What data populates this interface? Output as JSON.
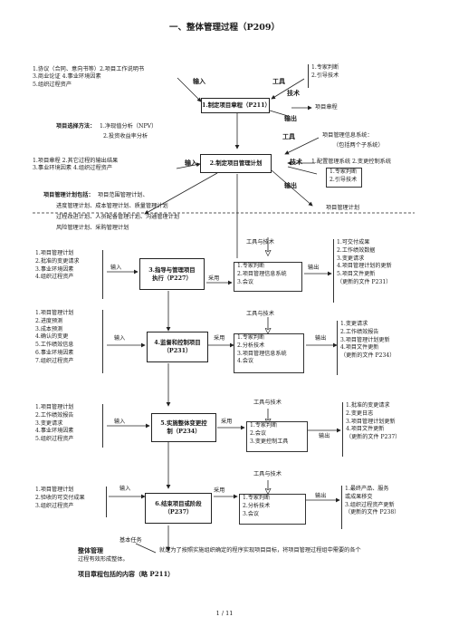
{
  "page": {
    "title": "一、整体管理过程（P209）",
    "footer": "1  /  11"
  },
  "labels": {
    "input": "输入",
    "tools": "工具",
    "tech": "技术",
    "output": "输出",
    "tools_tech": "工具与技术",
    "adopt": "采用"
  },
  "section1": {
    "inputs": [
      "1.协议（合同、意向书等）2.项目工作说明书",
      "3.商业论证           4.事业环境因素",
      "5.组织过程资产"
    ],
    "process": "1.制定项目章程（P211）",
    "tools": [
      "1.专家判断",
      "2.引导技术"
    ],
    "output": "项目章程",
    "selection_label": "项目选择方法：",
    "selection_items": [
      "1.净现值分析（NPV）",
      "2.投资收益率分析"
    ]
  },
  "section2": {
    "inputs": [
      "1.项目章程    2.其它过程的输出结果",
      "3.事业环境因素     4.组织过程资产"
    ],
    "process": "2.制定项目管理计划",
    "tools_top": [
      "项目管理信息系统：",
      "（包括两个子系统）"
    ],
    "tools_sub": "1.配置管理系统  2.变更控制系统",
    "tech_items": [
      "1.专家判断",
      "2.引导技术"
    ],
    "output": "项目管理计划",
    "plan_label": "项目管理计划包括：",
    "plan_lines": [
      "项目范围管理计划、",
      "进度管理计划、成本管理计划、质量管理计划",
      "过程改进计划、人员配备管理计划、沟通管理计划",
      "风险管理计划、采购管理计划"
    ]
  },
  "section3": {
    "inputs": [
      "1.项目管理计划",
      "2.批准的变更请求",
      "3.事业环境因素",
      "4.组织过程资产"
    ],
    "process": [
      "3.指导与管理项目",
      "执行（P227）"
    ],
    "tools": [
      "1.专家判断",
      "2.项目管理信息系统",
      "3.会议"
    ],
    "outputs": [
      "1.可交付成果",
      "2.工作绩效数据",
      "3.变更请求",
      "4.项目管理计划的更新",
      "5.项目文件更新",
      "（更新的文件 P231）"
    ]
  },
  "section4": {
    "inputs": [
      "1.项目管理计划",
      "2.进度预测",
      "3.成本预测",
      "4.确认的变更",
      "5.工作绩效信息",
      "6.事业环境因素",
      "7.组织过程资产"
    ],
    "process": [
      "4.监督和控制项目",
      "（P231）"
    ],
    "tools": [
      "1.专家判断",
      "2.分析技术",
      "3.项目管理信息系统",
      "4.会议"
    ],
    "outputs": [
      "1.变更请求",
      "2.工作绩效报告",
      "3.项目管理计划更新",
      "4.项目文件更新",
      "（更新的文件 P234）"
    ]
  },
  "section5": {
    "inputs": [
      "1.项目管理计划",
      "2.工作绩效报告",
      "3.变更请求",
      "4.事业环境因素",
      "5.组织过程资产"
    ],
    "process": [
      "5.实施整体变更控",
      "制（P234）"
    ],
    "tools": [
      "1.专家判断",
      "2.会议",
      "3.变更控制工具"
    ],
    "outputs": [
      "1.批准的变更请求",
      "2.变更日志",
      "3.项目管理计划更新",
      "4.项目文件更新",
      "（更新的文件 P237）"
    ]
  },
  "section6": {
    "inputs": [
      "1.项目管理计划",
      "2.验收的可交付成果",
      "3.组织过程资产"
    ],
    "process": [
      "6.结束项目或阶段",
      "（P237）"
    ],
    "tools": [
      "1.专家判断",
      "2.分析技术",
      "3.会议"
    ],
    "outputs": [
      "1.最终产品、服务",
      "  或成果移交",
      "3.组织过程资产更新",
      "（更新的文件 P238）"
    ]
  },
  "bottom": {
    "basic_task": "基本任务",
    "overall_label": "整体管理",
    "overall_text_1": "就是为了按照实施组织确定的程序实现项目目标，将项目管理过程组中需要的各个",
    "overall_text_2": "过程有效形成整体。",
    "charter_heading": "项目章程包括的内容（略 P211）"
  }
}
